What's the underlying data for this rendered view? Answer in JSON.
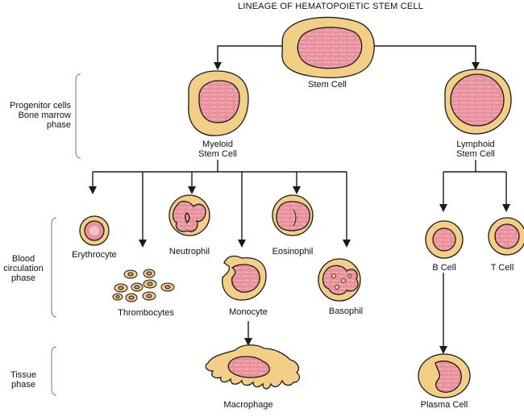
{
  "title": "LINEAGE OF HEMATOPOIETIC STEM CELL",
  "phases": {
    "progenitor": [
      "Progenitor cells",
      "Bone marrow",
      "phase"
    ],
    "blood": [
      "Blood",
      "circulation",
      "phase"
    ],
    "tissue": [
      "Tissue",
      "phase"
    ]
  },
  "cells": {
    "stem": "Stem Cell",
    "myeloid": [
      "Myeloid",
      "Stem Cell"
    ],
    "lymphoid": [
      "Lymphoid",
      "Stem Cell"
    ],
    "erythrocyte": "Erythrocyte",
    "thrombocytes": "Thrombocytes",
    "neutrophil": "Neutrophil",
    "monocyte": "Monocyte",
    "eosinophil": "Eosinophil",
    "basophil": "Basophil",
    "macrophage": "Macrophage",
    "b_cell": "B Cell",
    "t_cell": "T Cell",
    "plasma": "Plasma Cell"
  },
  "colors": {
    "cytoplasm": "#f2cf86",
    "nucleus": "#e9909c",
    "nucleus_light": "#f4c3c7",
    "outline": "#1a1a1a",
    "line": "#1a1a1a"
  }
}
